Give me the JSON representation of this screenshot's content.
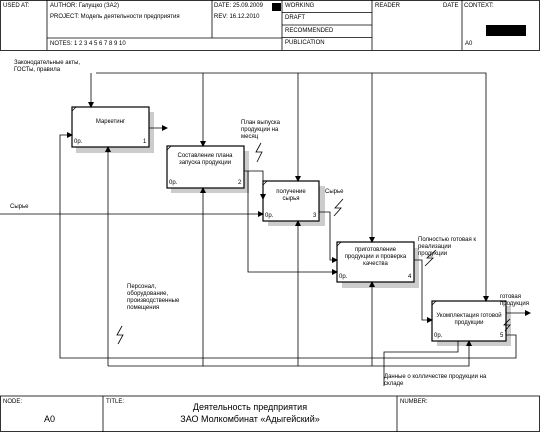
{
  "header": {
    "used_at_label": "USED AT:",
    "author": "AUTHOR:  Галущко (ЗА2)",
    "project": "PROJECT:  Модель деятельности предприятия",
    "date": "DATE: 25.09.2009",
    "rev": "REV:  16.12.2010",
    "notes": "NOTES:  1  2  3  4  5  6  7  8  9  10",
    "status_working": "WORKING",
    "status_draft": "DRAFT",
    "status_recommended": "RECOMMENDED",
    "status_publication": "PUBLICATION",
    "reader": "READER",
    "date2": "DATE",
    "context": "CONTEXT:",
    "node_code": "A0"
  },
  "boxes": [
    {
      "label": "Маркетинг",
      "op": "0р.",
      "num": "1"
    },
    {
      "label": "Составление плана запуска продукции",
      "op": "0р.",
      "num": "2"
    },
    {
      "label": "получение сырья",
      "op": "0р.",
      "num": "3"
    },
    {
      "label": "приготовление продукции и проверка качества",
      "op": "0р.",
      "num": "4"
    },
    {
      "label": "Укомплектация готовой продукции",
      "op": "0р.",
      "num": "5"
    }
  ],
  "arrows": {
    "laws": "Законодательные акты,\nГОСТы, правила",
    "plan": "План выпуска\nпродукции на\nмесяц",
    "raw_in": "Сырье",
    "raw_out": "Сырье",
    "ready": "Полностью готовая к\nреализации\nпродукции",
    "staff": "Персонал,\nоборудование,\nпроизводственные\nпомещения",
    "output": "готовая\nпродукция",
    "warehouse": "Данные о колличестве продукции на\nскладе"
  },
  "footer": {
    "node_label": "NODE:",
    "node_value": "A0",
    "title_label": "TITLE:",
    "title_line1": "Деятельность предприятия",
    "title_line2": "ЗАО Молкомбинат «Адыгейский»",
    "number_label": "NUMBER:"
  }
}
